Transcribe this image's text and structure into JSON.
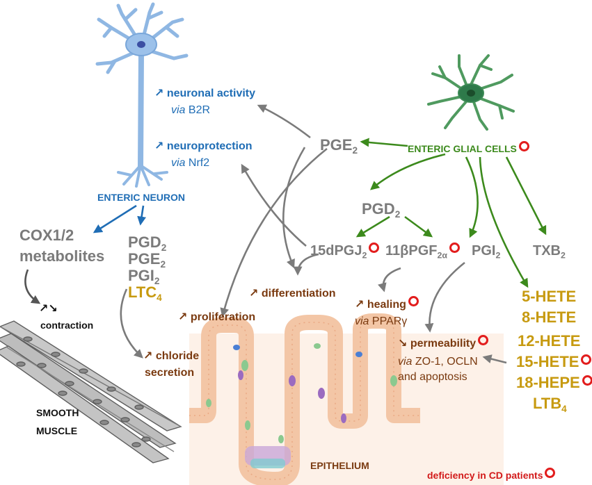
{
  "labels": {
    "neuronal_activity": "neuronal activity",
    "via": "via",
    "b2r": "B2R",
    "neuroprotection": "neuroprotection",
    "nrf2": "Nrf2",
    "enteric_neuron": "ENTERIC NEURON",
    "pge2_main": "PGE",
    "enteric_glial": "ENTERIC GLIAL CELLS",
    "pgd2_glial": "PGD",
    "cox_line1": "COX1/2",
    "cox_line2": "metabolites",
    "neuron_pgd": "PGD",
    "neuron_pge": "PGE",
    "neuron_pgi": "PGI",
    "neuron_ltc": "LTC",
    "dpgj": "15dPGJ",
    "bpgf": "11βPGF",
    "bpgf_sub": "2α",
    "pgi2_glial": "PGI",
    "txb": "TXB",
    "differentiation": "differentiation",
    "proliferation": "proliferation",
    "healing": "healing",
    "ppar": "PPARγ",
    "permeability": "permeability",
    "perm_via_rest": "ZO-1, OCLN",
    "perm_line3": "and apoptosis",
    "contraction_arrows": "↗↘",
    "contraction": "contraction",
    "chloride_1": "chloride",
    "chloride_2": "secretion",
    "smooth_1": "SMOOTH",
    "smooth_2": "MUSCLE",
    "epithelium": "EPITHELIUM",
    "deficiency": "deficiency in CD patients",
    "sub2": "2",
    "sub4": "4",
    "up_arrow": "↗",
    "down_arrow": "↘",
    "hete5": "5-HETE",
    "hete8": "8-HETE",
    "hete12": "12-HETE",
    "hete15": "15-HETE",
    "hepe18": "18-HEPE",
    "ltb": "LTB"
  },
  "colors": {
    "neuron_blue": "#1f6db5",
    "glial_green": "#3c8a1c",
    "metabolite_grey": "#7b7b7b",
    "lipid_gold": "#c79a10",
    "effect_brown": "#7a3a10",
    "deficiency_red": "#e21d1d",
    "epithelium_fill": "#f7d9c4"
  }
}
